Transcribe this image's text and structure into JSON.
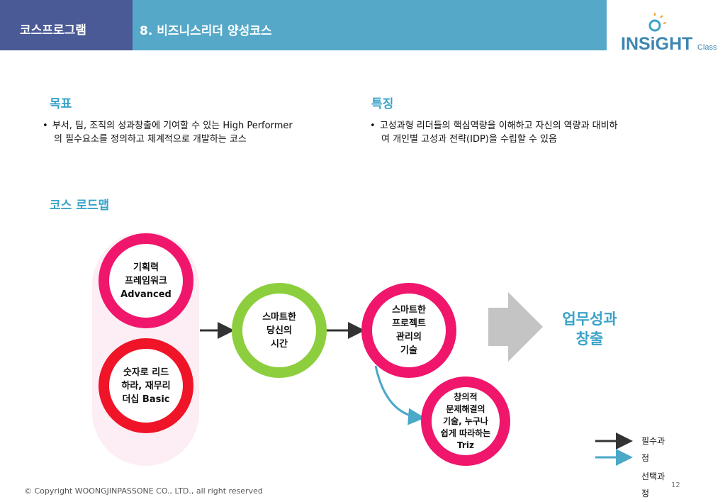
{
  "header": {
    "section": "코스프로그램",
    "title": "8. 비즈니스리더 양성코스"
  },
  "logo": {
    "main": "INSiGHT",
    "sub": "Class"
  },
  "goal": {
    "heading": "목표",
    "bullet": "•",
    "line1": "부서, 팀, 조직의 성과창출에 기여할 수 있는 High Performer",
    "line2": "의 필수요소를 정의하고 체계적으로 개발하는 코스"
  },
  "feature": {
    "heading": "특징",
    "bullet": "•",
    "line1": "고성과형 리더들의 핵심역량을 이해하고 자신의 역량과 대비하",
    "line2": "여 개인별 고성과 전략(IDP)을 수립할 수 있음"
  },
  "roadmap": {
    "heading": "코스 로드맵",
    "nodes": {
      "framework": [
        "기획력",
        "프레임워크",
        "Advanced"
      ],
      "numbers": [
        "숫자로 리드",
        "하라, 재무리",
        "더십 Basic"
      ],
      "time": [
        "스마트한",
        "당신의",
        "시간"
      ],
      "project": [
        "스마트한",
        "프로젝트",
        "관리의",
        "기술"
      ],
      "triz": [
        "창의적",
        "문제해결의",
        "기술, 누구나",
        "쉽게 따라하는",
        "Triz"
      ]
    },
    "result": [
      "업무성과",
      "창출"
    ]
  },
  "legend": {
    "required": [
      "필수과",
      "정"
    ],
    "elective": [
      "선택과",
      "정"
    ]
  },
  "colors": {
    "header_dark": "#4a5a96",
    "header_light": "#56a8c8",
    "accent": "#3aa3c8",
    "pink": "#f0166b",
    "red": "#f01428",
    "green": "#8dce3e",
    "arrow_dark": "#333333",
    "arrow_blue": "#4aa8c8",
    "chevron": "#c4c4c4"
  },
  "footer": {
    "copyright": "© Copyright WOONGJINPASSONE CO., LTD., all right reserved",
    "page": "12"
  }
}
